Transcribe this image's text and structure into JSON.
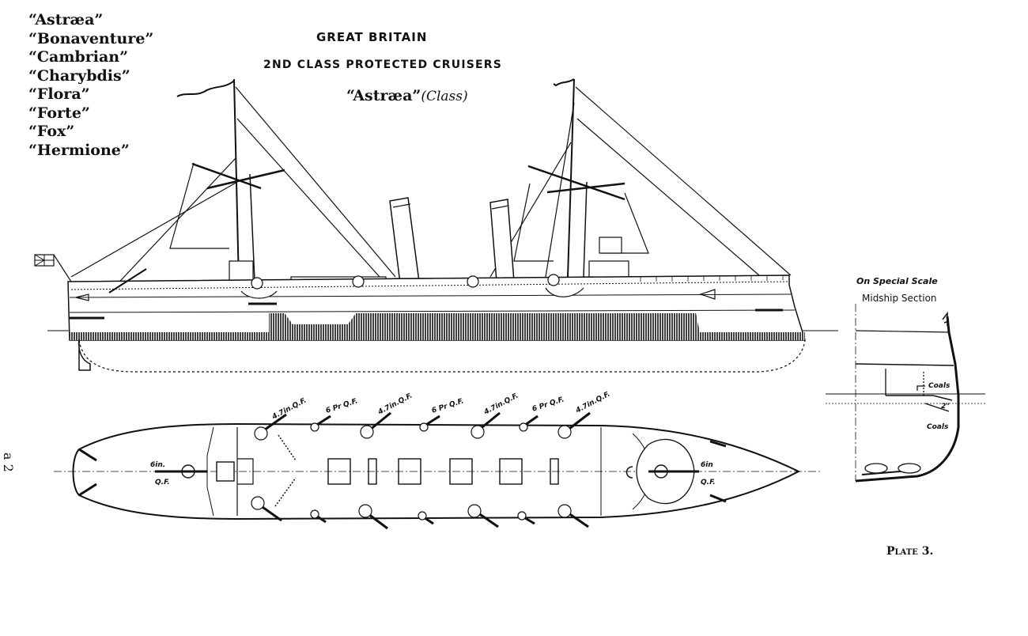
{
  "ships": [
    "“Astræa”",
    "“Bonaventure”",
    "“Cambrian”",
    "“Charybdis”",
    "“Flora”",
    "“Forte”",
    "“Fox”",
    "“Hermione”"
  ],
  "title": {
    "country": "GREAT BRITAIN",
    "category": "2ND CLASS PROTECTED CRUISERS",
    "class_name": "“Astræa”",
    "class_suffix": "(Class)"
  },
  "midship": {
    "scale_note": "On Special Scale",
    "title": "Midship Section",
    "label_coals_upper": "Coals",
    "label_coals_lower": "Coals",
    "label_armor": "2\""
  },
  "plan": {
    "bow_gun": "6in.",
    "bow_gun_qf": "Q.F.",
    "stern_gun": "6in",
    "stern_gun_qf": "Q.F.",
    "guns": [
      "4.7in.Q.F.",
      "6 Pr Q.F.",
      "4.7in.Q.F.",
      "6 Pr Q.F.",
      "4.7in.Q.F.",
      "6 Pr Q.F.",
      "4.7in.Q.F."
    ]
  },
  "page_mark": "a 2",
  "plate": "Plate 3."
}
